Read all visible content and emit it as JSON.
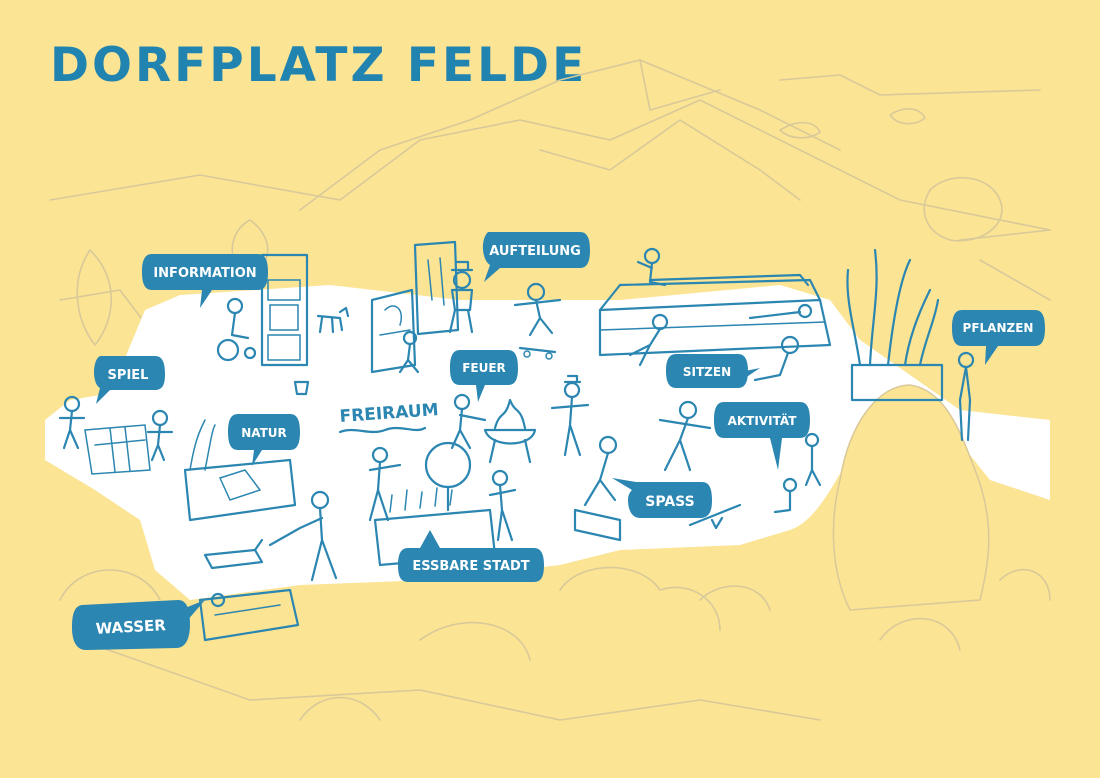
{
  "title": "DORFPLATZ FELDE",
  "labels": {
    "information": "INFORMATION",
    "aufteilung": "AUFTEILUNG",
    "spiel": "SPIEL",
    "feuer": "FEUER",
    "sitzen": "SITZEN",
    "pflanzen": "PFLANZEN",
    "natur": "NATUR",
    "aktivitaet": "AKTIVITÄT",
    "spass": "SPASS",
    "essbare_stadt": "ESSBARE STADT",
    "wasser": "WASSER",
    "freiraum": "FREIRAUM"
  },
  "colors": {
    "background": "#fbe493",
    "accent_blue": "#2b86b1",
    "title_blue": "#2184b0",
    "plaza": "#ffffff",
    "sketch_lines": "#d9c99a"
  }
}
